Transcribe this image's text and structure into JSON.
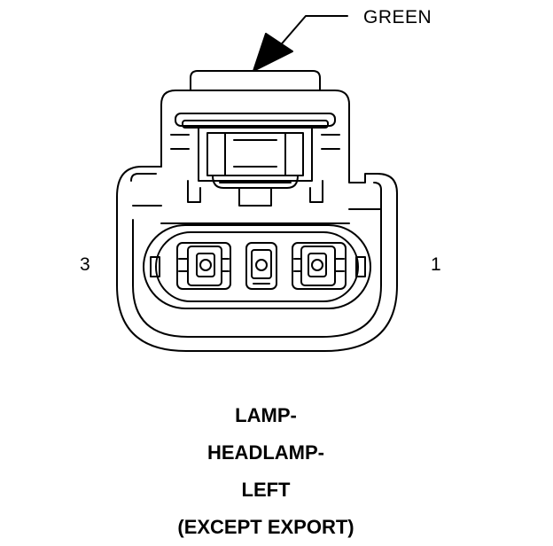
{
  "callout": {
    "wire_color": "GREEN"
  },
  "pins": {
    "left": "3",
    "right": "1"
  },
  "caption": {
    "line1": "LAMP-",
    "line2": "HEADLAMP-",
    "line3": "LEFT",
    "line4": "(EXCEPT EXPORT)"
  },
  "colors": {
    "stroke": "#000000",
    "background": "#ffffff"
  }
}
